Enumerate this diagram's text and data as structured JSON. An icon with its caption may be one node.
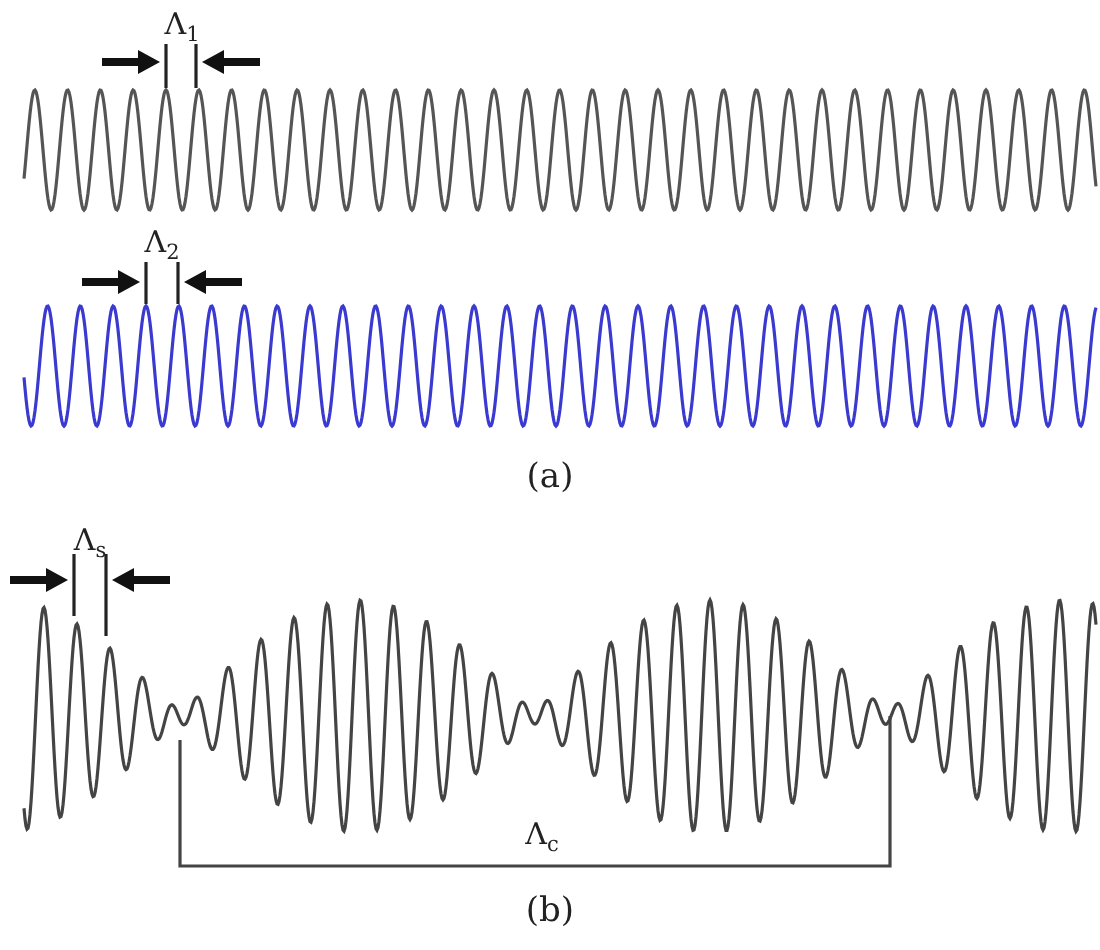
{
  "diagram": {
    "labels": [
      "Λ$_{1}$",
      "Λ$_{2}$",
      "(a)",
      "Λ$_{s}$",
      "Λ$_{c}$",
      "(b)"
    ]
  }
}
